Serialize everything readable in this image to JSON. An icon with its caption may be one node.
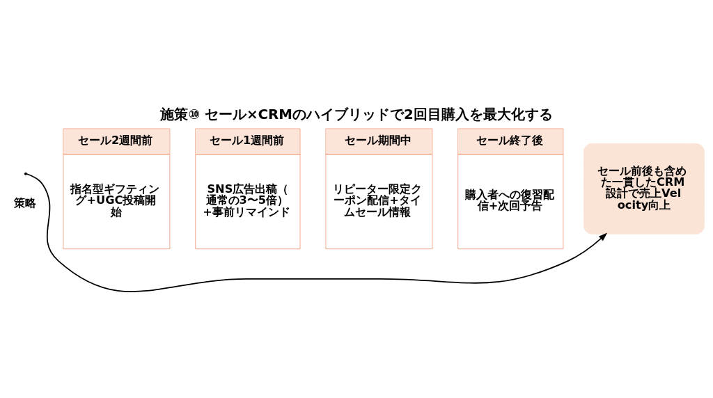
{
  "diagram": {
    "title": "施策⑩ セール×CRMのハイブリッドで2回目購入を最大化する",
    "nodes": [
      {
        "text": [
          "セール2週間前",
          "指名型ギフティング+UGC投稿開始"
        ]
      },
      {
        "text": [
          "セール1週間前",
          "SNS広告出稿（通常の3〜5倍）+事前リマインド"
        ]
      },
      {
        "text": [
          "セール期間中",
          "リピーター限定クーポン配信+タイムセール情報"
        ]
      },
      {
        "text": [
          "セール終了後",
          "購入者への復習配信+次回予告"
        ]
      },
      {
        "text": [
          "セール前後も含めた一貫したCRM設計で売上Velocity向上"
        ]
      }
    ],
    "edges": [
      {
        "from": null,
        "to": 4,
        "arrow": "to"
      }
    ],
    "labels": [
      "策略"
    ]
  }
}
